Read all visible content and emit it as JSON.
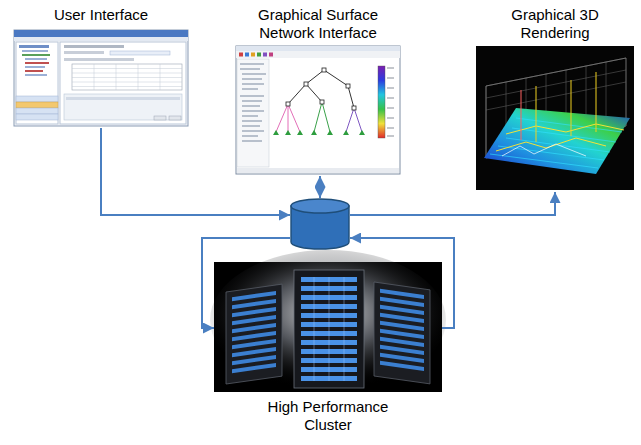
{
  "diagram": {
    "nodes": [
      {
        "text": [
          "User Interface"
        ]
      },
      {
        "text": [
          "Graphical Surface Network Interface"
        ]
      },
      {
        "text": [
          "Graphical 3D Rendering"
        ]
      },
      {
        "text": []
      },
      {
        "text": [
          "High Performance Cluster"
        ]
      }
    ],
    "edges": [
      {
        "from": 0,
        "to": 3,
        "arrow": "to"
      },
      {
        "from": 1,
        "to": 3,
        "arrow": "both"
      },
      {
        "from": 3,
        "to": 2,
        "arrow": "to"
      },
      {
        "from": 3,
        "to": 4,
        "arrow": "to"
      },
      {
        "from": 4,
        "to": 3,
        "arrow": "to"
      }
    ]
  }
}
